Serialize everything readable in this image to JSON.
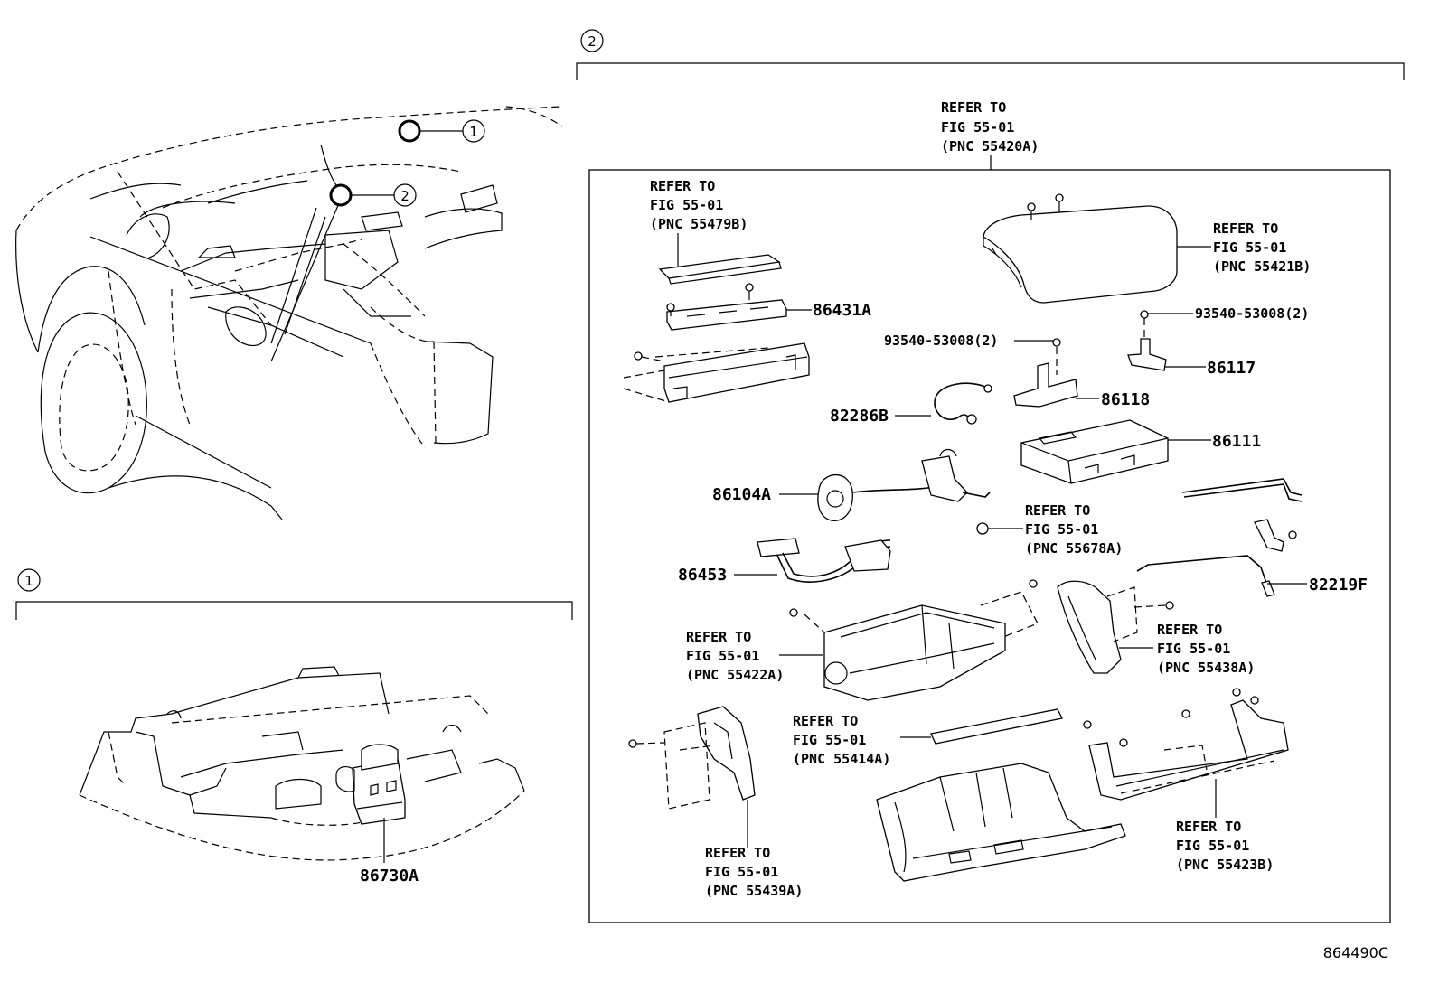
{
  "callouts": {
    "one": "1",
    "two": "2"
  },
  "labels": {
    "refer_to": "REFER TO",
    "fig": "FIG 55-01"
  },
  "references": {
    "top_pnc": "(PNC 55420A)",
    "pnc_55479b": "(PNC 55479B)",
    "pnc_55421b": "(PNC 55421B)",
    "pnc_55678a": "(PNC 55678A)",
    "pnc_55422a": "(PNC 55422A)",
    "pnc_55438a": "(PNC 55438A)",
    "pnc_55414a": "(PNC 55414A)",
    "pnc_55439a": "(PNC 55439A)",
    "pnc_55423b": "(PNC 55423B)"
  },
  "parts": {
    "p86431a": "86431A",
    "p93540_left": "93540-53008(2)",
    "p93540_right": "93540-53008(2)",
    "p86117": "86117",
    "p86118": "86118",
    "p82286b": "82286B",
    "p86111": "86111",
    "p86104a": "86104A",
    "p86453": "86453",
    "p82219f": "82219F",
    "p86730a": "86730A"
  },
  "figure_code": "864490C"
}
